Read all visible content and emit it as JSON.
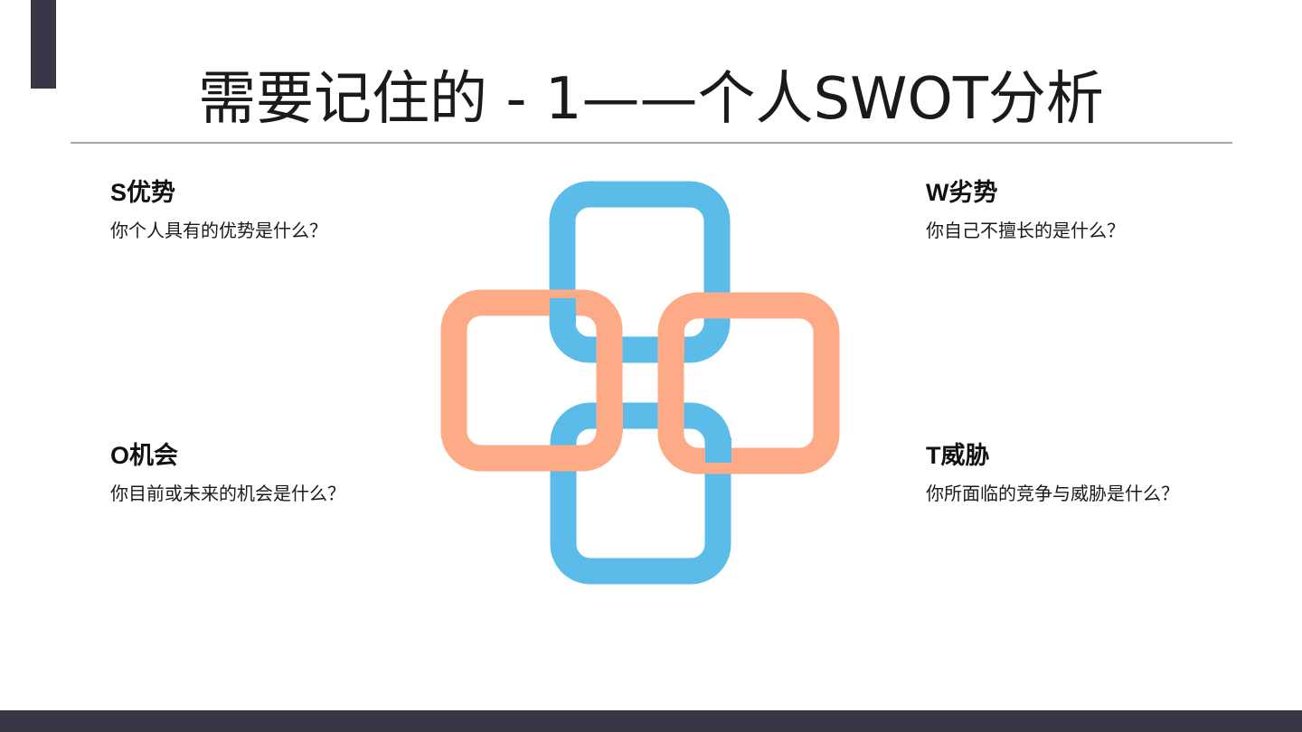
{
  "slide": {
    "title": "需要记住的 - 1——个人SWOT分析"
  },
  "swot": {
    "s": {
      "heading": "S优势",
      "question": "你个人具有的优势是什么？"
    },
    "w": {
      "heading": "W劣势",
      "question": "你自己不擅长的是什么？"
    },
    "o": {
      "heading": "O机会",
      "question": "你目前或未来的机会是什么？"
    },
    "t": {
      "heading": "T威胁",
      "question": "你所面临的竞争与威胁是什么？"
    }
  },
  "colors": {
    "dark_bar": "#363644",
    "blue_link": "#5BBBE9",
    "orange_link": "#FDAA87",
    "divider": "#A6A6AE"
  }
}
